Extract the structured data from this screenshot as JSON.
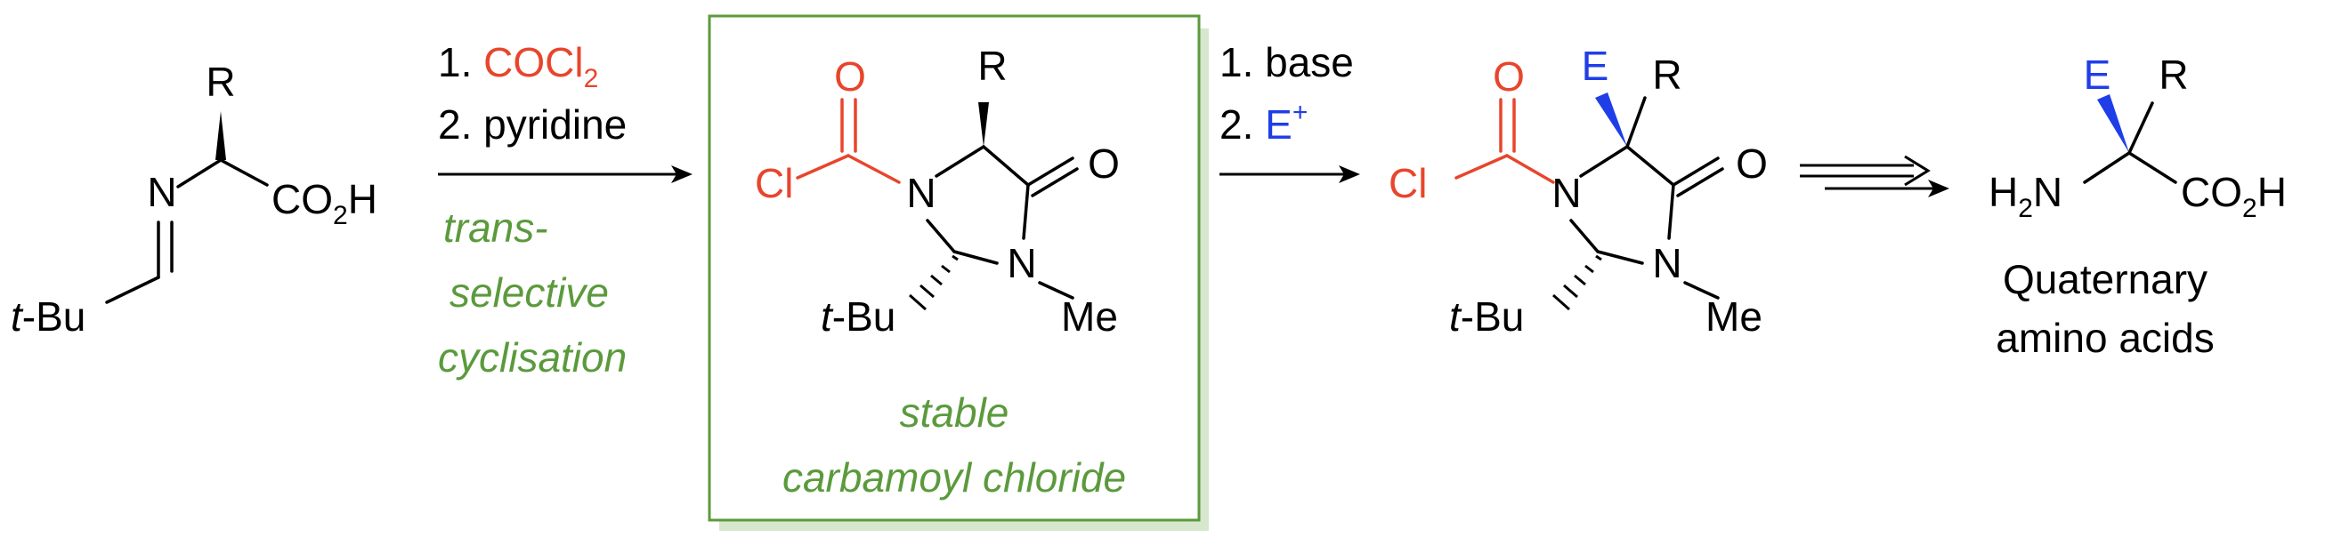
{
  "colors": {
    "black": "#000000",
    "red": "#e8452c",
    "blue": "#1f3ee8",
    "green": "#5b9a3c",
    "box_shadow": "#d6e7cd"
  },
  "start_material": {
    "R": "R",
    "N": "N",
    "CO2H": "CO",
    "CO2H_sub": "2",
    "CO2H_end": "H",
    "t_italic": "t",
    "tBu_rest": "-Bu"
  },
  "step1": {
    "num1": "1. ",
    "reagent1": "COCl",
    "reagent1_sub": "2",
    "line2": "2. pyridine",
    "note_line1": "trans-",
    "note_line2": "selective",
    "note_line3": "cyclisation"
  },
  "intermediate": {
    "O_carbonyl": "O",
    "Cl": "Cl",
    "N1": "N",
    "R": "R",
    "O_ring": "O",
    "N2": "N",
    "Me": "Me",
    "t_italic": "t",
    "tBu_rest": "-Bu",
    "caption_line1": "stable",
    "caption_line2": "carbamoyl chloride"
  },
  "step2": {
    "line1": "1. base",
    "num2": "2. ",
    "E": "E",
    "E_sup": "+"
  },
  "product": {
    "O_carbonyl": "O",
    "Cl": "Cl",
    "N1": "N",
    "E": "E",
    "R": "R",
    "O_ring": "O",
    "N2": "N",
    "Me": "Me",
    "t_italic": "t",
    "tBu_rest": "-Bu"
  },
  "final": {
    "E": "E",
    "R": "R",
    "H2N_H": "H",
    "H2N_sub": "2",
    "H2N_N": "N",
    "CO2H": "CO",
    "CO2H_sub": "2",
    "CO2H_end": "H",
    "caption_line1": "Quaternary",
    "caption_line2": "amino acids"
  }
}
